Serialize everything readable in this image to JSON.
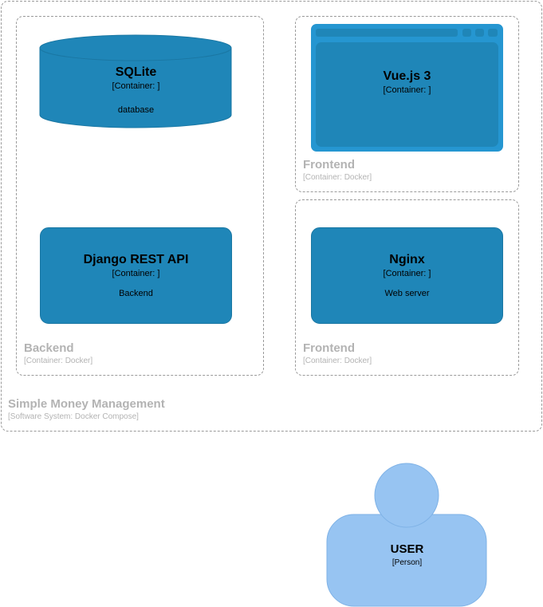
{
  "system": {
    "title": "Simple Money Management",
    "subtitle": "[Software System: Docker Compose]"
  },
  "backend": {
    "title": "Backend",
    "subtitle": "[Container: Docker]"
  },
  "frontend_top": {
    "title": "Frontend",
    "subtitle": "[Container: Docker]"
  },
  "frontend_bottom": {
    "title": "Frontend",
    "subtitle": "[Container: Docker]"
  },
  "sqlite": {
    "title": "SQLite",
    "type": "[Container: ]",
    "description": "database"
  },
  "django": {
    "title": "Django REST API",
    "type": "[Container: ]",
    "description": "Backend"
  },
  "vue": {
    "title": "Vue.js 3",
    "type": "[Container: ]"
  },
  "nginx": {
    "title": "Nginx",
    "type": "[Container: ]",
    "description": "Web server"
  },
  "user": {
    "title": "USER",
    "type": "[Person]"
  },
  "colors": {
    "container_fill": "#1f86b8",
    "container_stroke": "#1a77a3",
    "browser_frame": "#2596d1",
    "person_fill": "#97c4f2",
    "person_stroke": "#7fb2e6",
    "boundary_text": "#b3b3b3"
  }
}
